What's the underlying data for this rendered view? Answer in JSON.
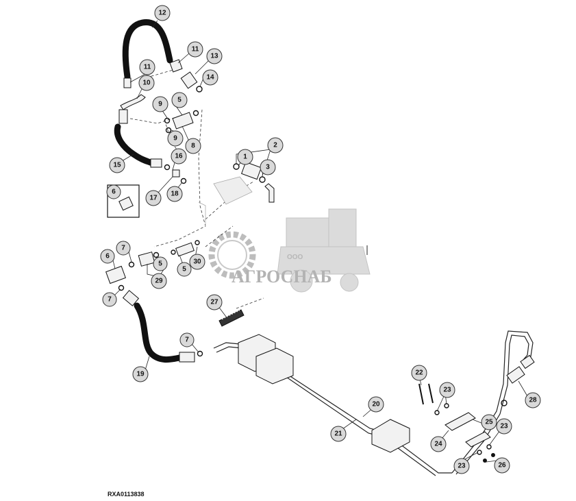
{
  "reference_code": "RXA0113838",
  "watermark": {
    "line1": "ООО",
    "line2": "АГРОСНАБ"
  },
  "callouts": [
    {
      "id": "c12",
      "label": "12"
    },
    {
      "id": "c11a",
      "label": "11"
    },
    {
      "id": "c13",
      "label": "13"
    },
    {
      "id": "c11b",
      "label": "11"
    },
    {
      "id": "c14",
      "label": "14"
    },
    {
      "id": "c10",
      "label": "10"
    },
    {
      "id": "c9a",
      "label": "9"
    },
    {
      "id": "c5a",
      "label": "5"
    },
    {
      "id": "c9b",
      "label": "9"
    },
    {
      "id": "c8",
      "label": "8"
    },
    {
      "id": "c2",
      "label": "2"
    },
    {
      "id": "c1",
      "label": "1"
    },
    {
      "id": "c3",
      "label": "3"
    },
    {
      "id": "c15",
      "label": "15"
    },
    {
      "id": "c16",
      "label": "16"
    },
    {
      "id": "c17",
      "label": "17"
    },
    {
      "id": "c18",
      "label": "18"
    },
    {
      "id": "c6a",
      "label": "6"
    },
    {
      "id": "c7a",
      "label": "7"
    },
    {
      "id": "c6b",
      "label": "6"
    },
    {
      "id": "c5b",
      "label": "5"
    },
    {
      "id": "c29",
      "label": "29"
    },
    {
      "id": "c5c",
      "label": "5"
    },
    {
      "id": "c30",
      "label": "30"
    },
    {
      "id": "c7b",
      "label": "7"
    },
    {
      "id": "c27",
      "label": "27"
    },
    {
      "id": "c7c",
      "label": "7"
    },
    {
      "id": "c19",
      "label": "19"
    },
    {
      "id": "c22",
      "label": "22"
    },
    {
      "id": "c23a",
      "label": "23"
    },
    {
      "id": "c20",
      "label": "20"
    },
    {
      "id": "c21",
      "label": "21"
    },
    {
      "id": "c28",
      "label": "28"
    },
    {
      "id": "c25",
      "label": "25"
    },
    {
      "id": "c23b",
      "label": "23"
    },
    {
      "id": "c24",
      "label": "24"
    },
    {
      "id": "c23c",
      "label": "23"
    },
    {
      "id": "c26",
      "label": "26"
    }
  ]
}
